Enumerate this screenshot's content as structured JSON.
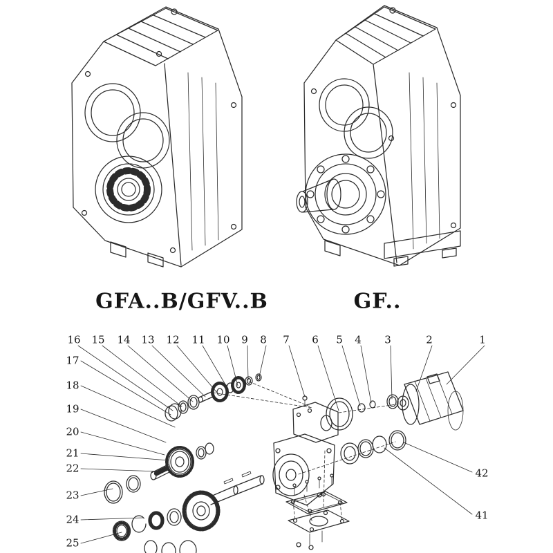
{
  "page": {
    "background": "#ffffff",
    "ink_color": "#2b2b2b",
    "text_color": "#161616"
  },
  "models": {
    "left_label": "GFA..B/GFV..B",
    "right_label": "GF.."
  },
  "exploded_view": {
    "callouts_top": [
      "16",
      "15",
      "14",
      "13",
      "12",
      "11",
      "10",
      "9",
      "8",
      "7",
      "6",
      "5",
      "4",
      "3",
      "2",
      "1"
    ],
    "callouts_left": [
      "17",
      "18",
      "19",
      "20",
      "21",
      "22",
      "23",
      "24",
      "25"
    ],
    "callouts_right": [
      "42",
      "41"
    ]
  }
}
